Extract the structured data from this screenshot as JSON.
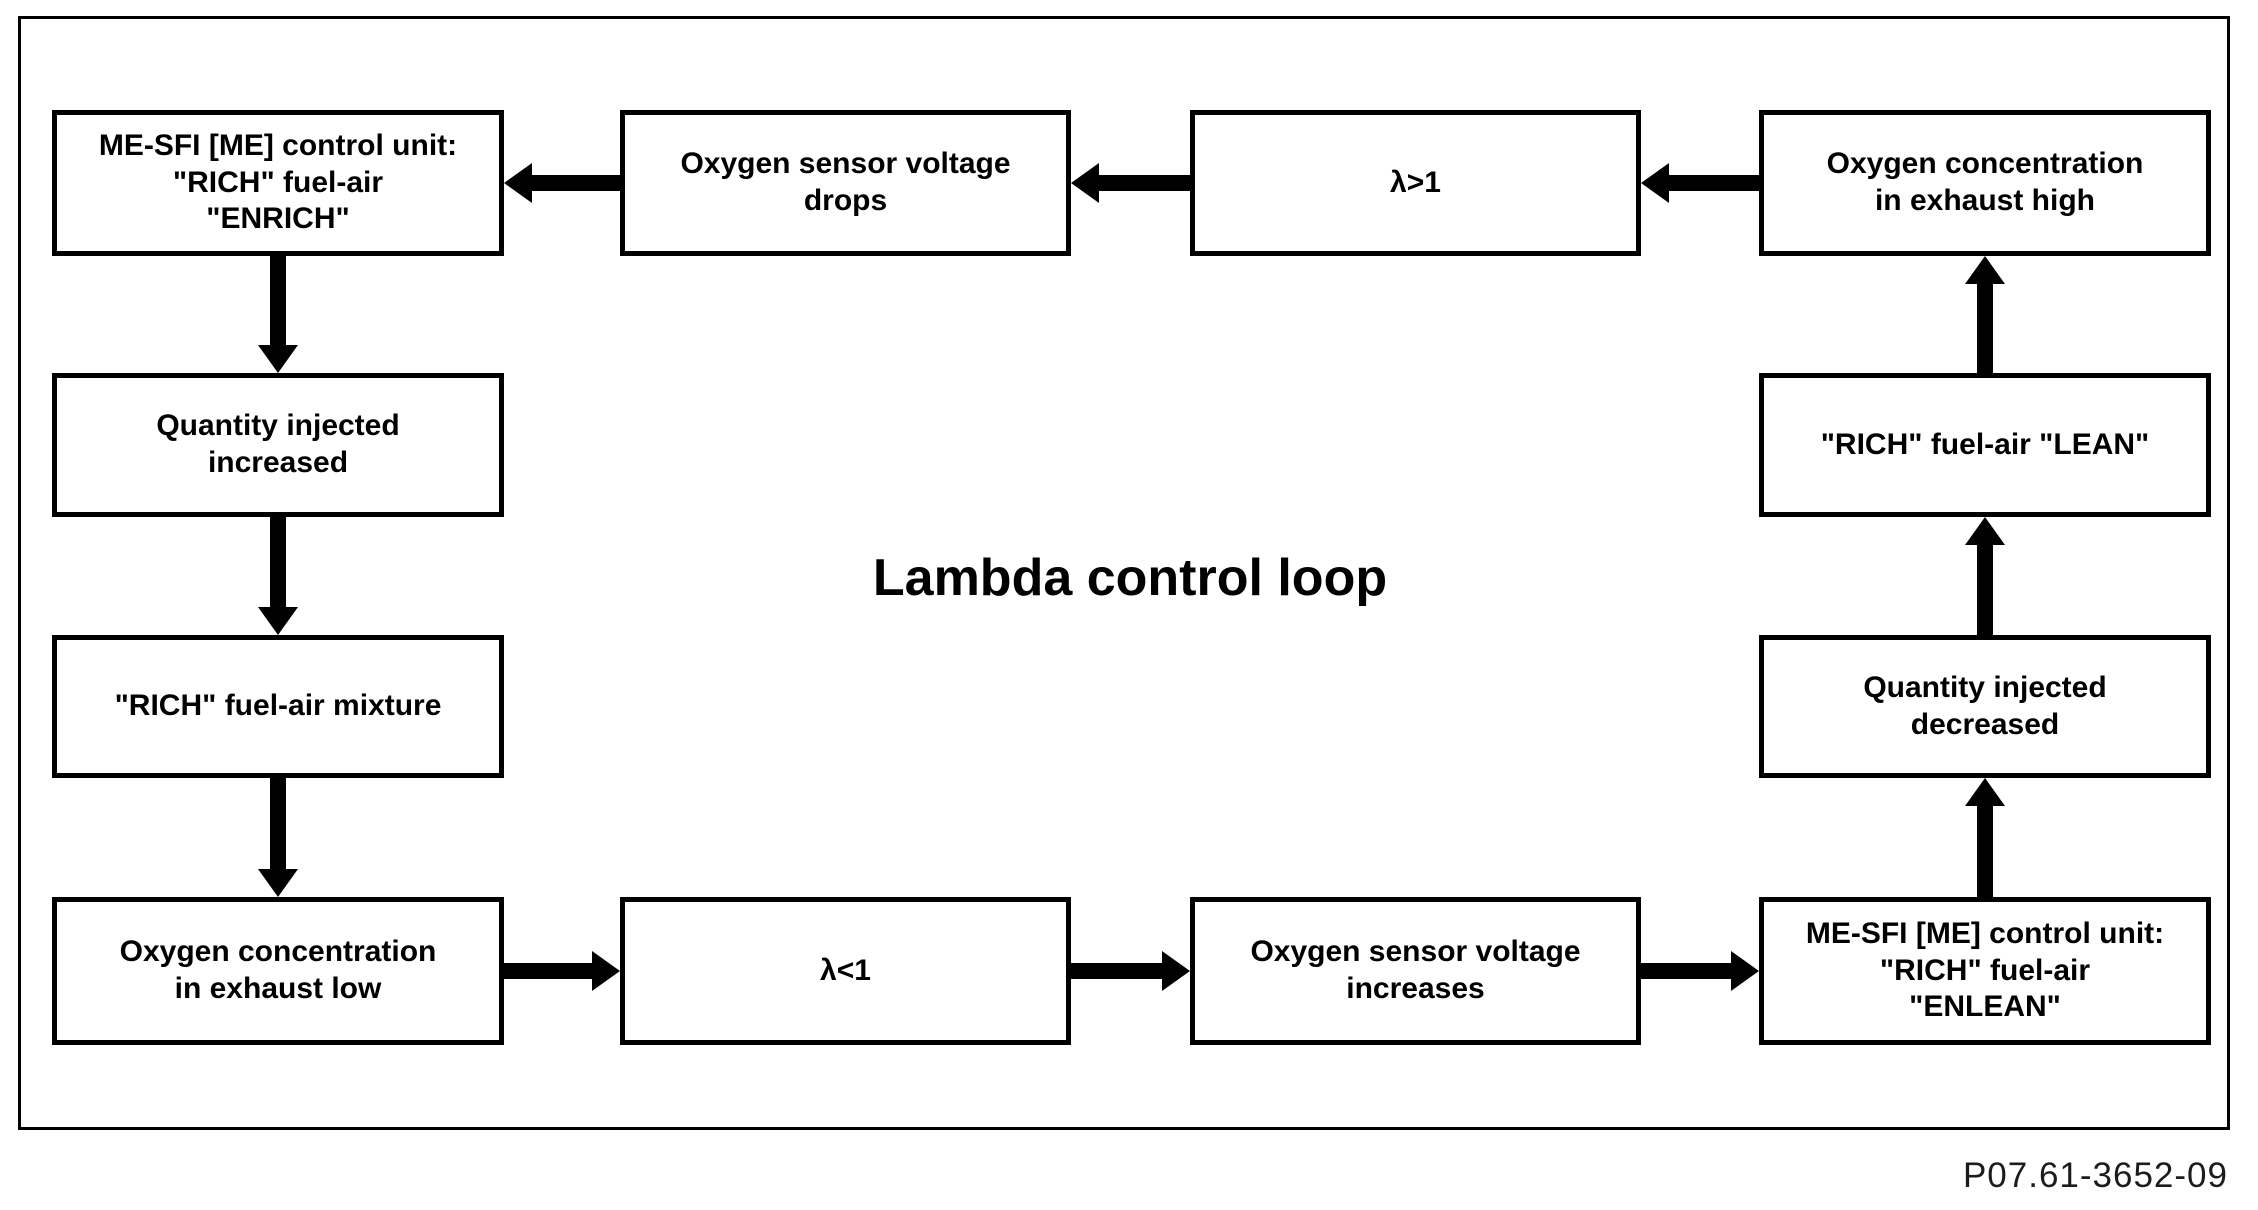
{
  "diagram": {
    "title": "Lambda control loop",
    "figure_code": "P07.61-3652-09",
    "colors": {
      "line": "#000000",
      "background": "#ffffff",
      "text": "#000000"
    },
    "nodes": [
      {
        "id": "ecu-enrich",
        "label": "ME-SFI [ME] control unit:\n\"RICH\" fuel-air\n\"ENRICH\""
      },
      {
        "id": "o2-voltage-drops",
        "label": "Oxygen sensor voltage\ndrops"
      },
      {
        "id": "lambda-gt-1",
        "label": "λ>1"
      },
      {
        "id": "o2-exhaust-high",
        "label": "Oxygen concentration\nin exhaust high"
      },
      {
        "id": "qty-injected-increased",
        "label": "Quantity injected\nincreased"
      },
      {
        "id": "rich-fuel-air-mixture",
        "label": "\"RICH\" fuel-air mixture"
      },
      {
        "id": "o2-exhaust-low",
        "label": "Oxygen concentration\nin exhaust low"
      },
      {
        "id": "lambda-lt-1",
        "label": "λ<1"
      },
      {
        "id": "o2-voltage-increases",
        "label": "Oxygen sensor voltage\nincreases"
      },
      {
        "id": "ecu-enlean",
        "label": "ME-SFI [ME] control unit:\n\"RICH\" fuel-air\n\"ENLEAN\""
      },
      {
        "id": "qty-injected-decreased",
        "label": "Quantity injected\ndecreased"
      },
      {
        "id": "rich-fuel-air-lean",
        "label": "\"RICH\" fuel-air \"LEAN\""
      }
    ],
    "edges": [
      {
        "from": "o2-exhaust-high",
        "to": "lambda-gt-1",
        "direction": "left"
      },
      {
        "from": "lambda-gt-1",
        "to": "o2-voltage-drops",
        "direction": "left"
      },
      {
        "from": "o2-voltage-drops",
        "to": "ecu-enrich",
        "direction": "left"
      },
      {
        "from": "ecu-enrich",
        "to": "qty-injected-increased",
        "direction": "down"
      },
      {
        "from": "qty-injected-increased",
        "to": "rich-fuel-air-mixture",
        "direction": "down"
      },
      {
        "from": "rich-fuel-air-mixture",
        "to": "o2-exhaust-low",
        "direction": "down"
      },
      {
        "from": "o2-exhaust-low",
        "to": "lambda-lt-1",
        "direction": "right"
      },
      {
        "from": "lambda-lt-1",
        "to": "o2-voltage-increases",
        "direction": "right"
      },
      {
        "from": "o2-voltage-increases",
        "to": "ecu-enlean",
        "direction": "right"
      },
      {
        "from": "ecu-enlean",
        "to": "qty-injected-decreased",
        "direction": "up"
      },
      {
        "from": "qty-injected-decreased",
        "to": "rich-fuel-air-lean",
        "direction": "up"
      },
      {
        "from": "rich-fuel-air-lean",
        "to": "o2-exhaust-high",
        "direction": "up"
      }
    ]
  }
}
